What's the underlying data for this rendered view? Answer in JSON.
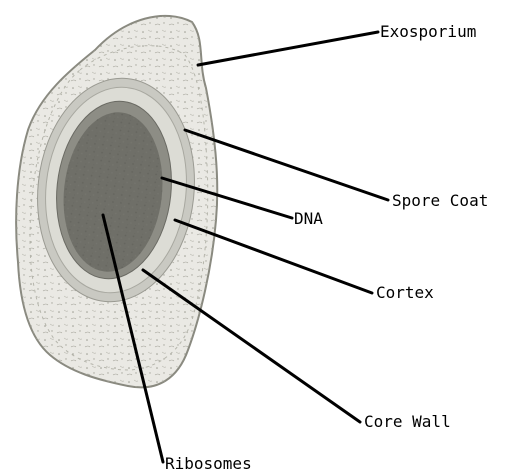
{
  "diagram": {
    "labels": {
      "exosporium": "Exosporium",
      "spore_coat": "Spore Coat",
      "dna": "DNA",
      "cortex": "Cortex",
      "core_wall": "Core Wall",
      "ribosomes": "Ribosomes"
    },
    "colors": {
      "exosporium_fill": "#eae9e4",
      "exosporium_stroke": "#8a8a80",
      "spore_coat_fill": "#c9c9c2",
      "cortex_fill": "#dcdcd5",
      "core_wall_fill": "#8d8d85",
      "core_fill": "#6f6f68",
      "leader_line": "#000000"
    }
  }
}
